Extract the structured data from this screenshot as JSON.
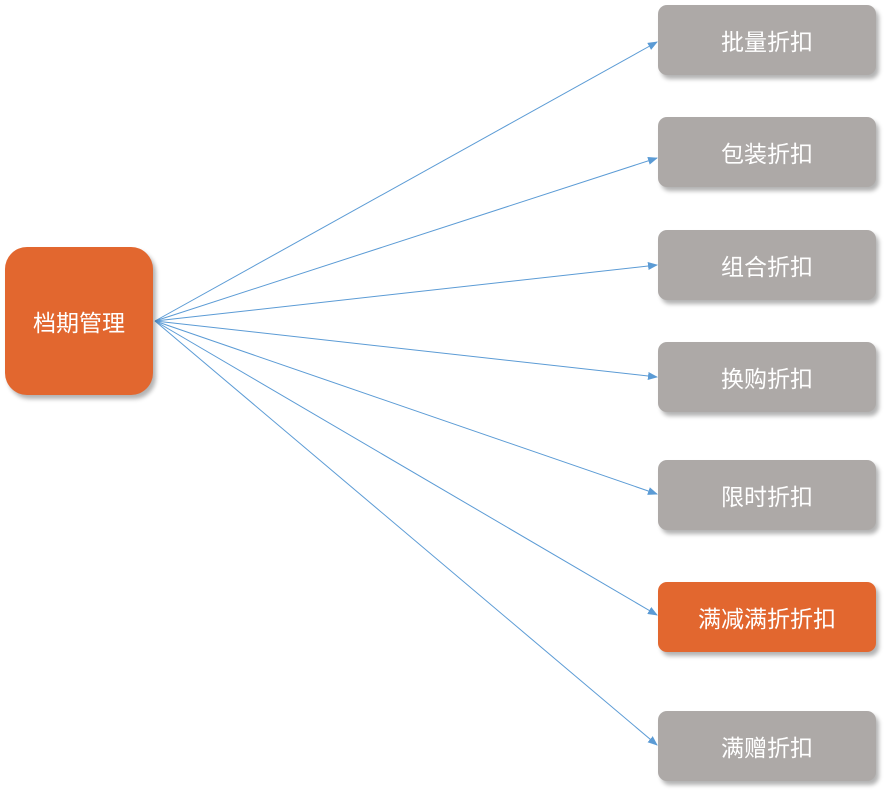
{
  "colors": {
    "highlight": "#E2672F",
    "normal": "#ADA9A7",
    "connector": "#5B9BD5"
  },
  "source": {
    "label": "档期管理"
  },
  "targets": [
    {
      "label": "批量折扣",
      "highlighted": false
    },
    {
      "label": "包装折扣",
      "highlighted": false
    },
    {
      "label": "组合折扣",
      "highlighted": false
    },
    {
      "label": "换购折扣",
      "highlighted": false
    },
    {
      "label": "限时折扣",
      "highlighted": false
    },
    {
      "label": "满减满折折扣",
      "highlighted": true
    },
    {
      "label": "满赠折扣",
      "highlighted": false
    }
  ]
}
